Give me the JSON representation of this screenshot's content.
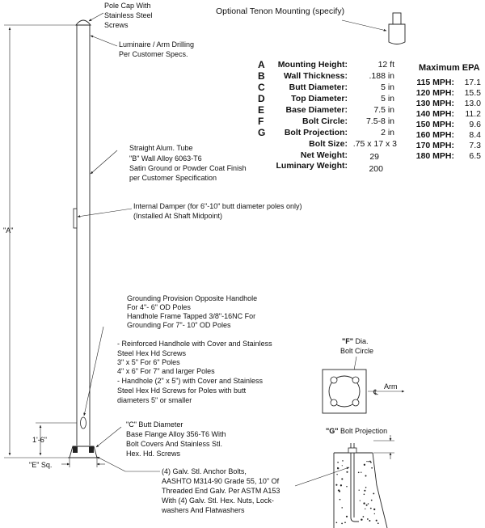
{
  "pole_labels": {
    "pole_cap": [
      "Pole Cap With",
      "Stainless Steel",
      "Screws"
    ],
    "luminaire_drilling": [
      "Luminaire / Arm Drilling",
      "Per Customer Specs."
    ],
    "tube": [
      "Straight Alum. Tube",
      "\"B\" Wall Alloy 6063-T6",
      "Satin Ground or Powder Coat Finish",
      "per Customer Specification"
    ],
    "damper": [
      "Internal Damper (for 6\"-10\" butt diameter poles only)",
      "(Installed At Shaft Midpoint)"
    ],
    "grounding": [
      "Grounding Provision Opposite Handhole",
      "For 4\"- 6\" OD Poles",
      "Handhole Frame Tapped 3/8\"-16NC For",
      "Grounding For 7\"- 10\" OD Poles"
    ],
    "handhole": [
      "- Reinforced Handhole with Cover and Stainless",
      "Steel Hex Hd Screws",
      "3\" x 5\" For 6\" Poles",
      "4\" x 6\" For 7\" and larger Poles",
      "- Handhole (2\" x 5\") with Cover and Stainless",
      "Steel Hex Hd Screws for Poles with butt",
      "diameters 5\" or smaller"
    ],
    "base": [
      "\"C\" Butt Diameter",
      "Base Flange Alloy 356-T6 With",
      "Bolt Covers And Stainless Stl.",
      "Hex. Hd. Screws"
    ],
    "anchor": [
      "(4) Galv. Stl. Anchor Bolts,",
      "AASHTO M314-90 Grade 55, 10\" Of",
      "Threaded End Galv. Per ASTM A153",
      "With (4) Galv. Stl. Hex. Nuts, Lock-",
      "washers And Flatwashers"
    ]
  },
  "dims": {
    "a": "\"A\"",
    "handhole_height": "1'-6\"",
    "e_sq": "\"E\" Sq."
  },
  "tenon": "Optional Tenon Mounting (specify)",
  "specs": [
    {
      "letter": "A",
      "label": "Mounting Height:",
      "value": "12 ft"
    },
    {
      "letter": "B",
      "label": "Wall Thickness:",
      "value": ".188 in"
    },
    {
      "letter": "C",
      "label": "Butt Diameter:",
      "value": "5 in"
    },
    {
      "letter": "D",
      "label": "Top Diameter:",
      "value": "5 in"
    },
    {
      "letter": "E",
      "label": "Base Diameter:",
      "value": "7.5 in"
    },
    {
      "letter": "F",
      "label": "Bolt Circle:",
      "value": "7.5-8 in"
    },
    {
      "letter": "G",
      "label": "Bolt Projection:",
      "value": "2 in"
    },
    {
      "letter": "",
      "label": "Bolt Size:",
      "value": ".75 x 17 x 3"
    },
    {
      "letter": "",
      "label": "Net Weight:",
      "value": "29"
    },
    {
      "letter": "",
      "label": "Luminary Weight:",
      "value": "200"
    }
  ],
  "epa": {
    "title": "Maximum EPA",
    "rows": [
      {
        "mph": "115 MPH:",
        "value": "17.1"
      },
      {
        "mph": "120 MPH:",
        "value": "15.5"
      },
      {
        "mph": "130 MPH:",
        "value": "13.0"
      },
      {
        "mph": "140 MPH:",
        "value": "11.2"
      },
      {
        "mph": "150 MPH:",
        "value": "9.6"
      },
      {
        "mph": "160 MPH:",
        "value": "8.4"
      },
      {
        "mph": "170 MPH:",
        "value": "7.3"
      },
      {
        "mph": "180 MPH:",
        "value": "6.5"
      }
    ]
  },
  "bolt_circle": {
    "label_f": "\"F\"",
    "label_dia": " Dia.",
    "label_line2": "Bolt Circle",
    "arm": "Arm",
    "centerline": "℄"
  },
  "bolt_projection": {
    "label_g": "\"G\"",
    "label_rest": " Bolt Projection"
  }
}
